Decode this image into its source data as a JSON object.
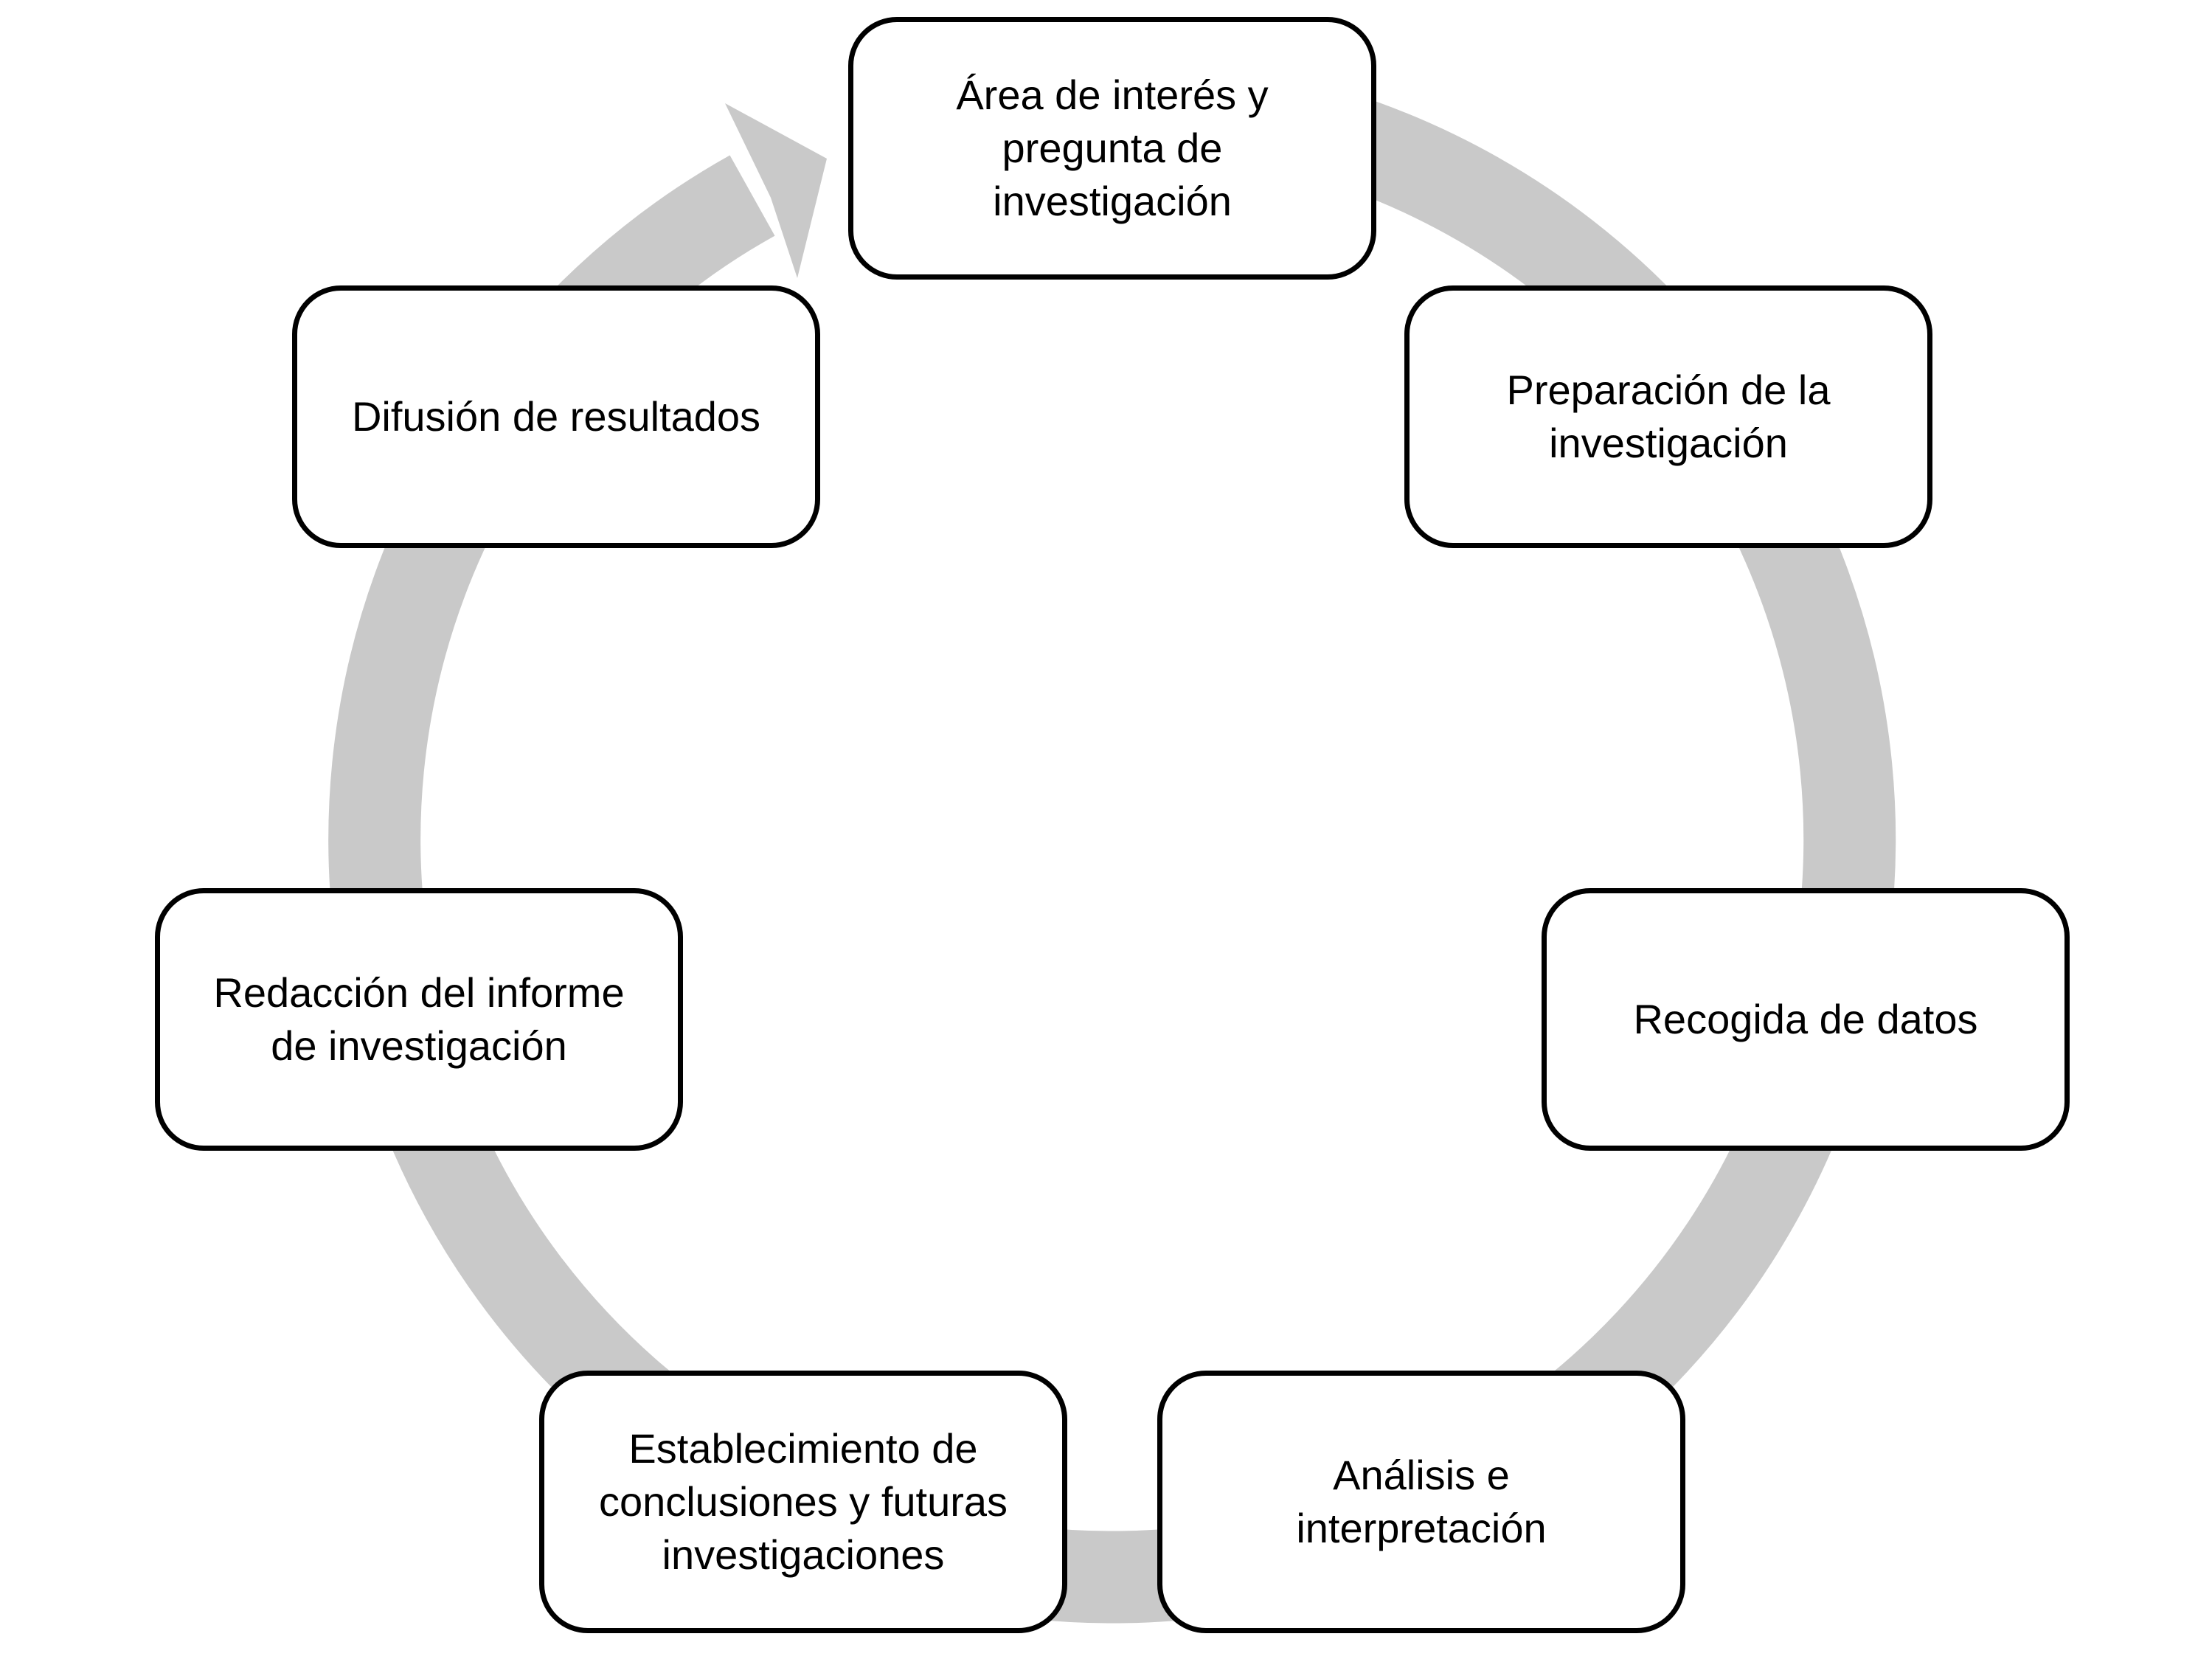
{
  "diagram": {
    "type": "cycle",
    "colors": {
      "ring": "#c9c9c9",
      "box_border": "#000000",
      "box_fill": "#ffffff"
    },
    "steps": [
      {
        "label": "Área de interés y\npregunta de\ninvestigación"
      },
      {
        "label": "Preparación de la\ninvestigación"
      },
      {
        "label": "Recogida de datos"
      },
      {
        "label": "Análisis e\ninterpretación"
      },
      {
        "label": "Establecimiento de\nconclusiones y futuras\ninvestigaciones"
      },
      {
        "label": "Redacción del informe\nde investigación"
      },
      {
        "label": "Difusión de resultados"
      }
    ]
  }
}
